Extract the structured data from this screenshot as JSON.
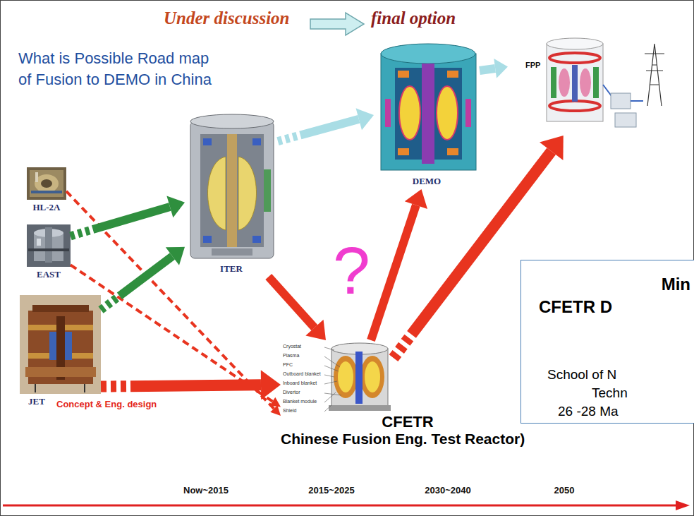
{
  "diagram": {
    "title": "What is Possible Road map of Fusion to DEMO in China",
    "nodes": [
      {
        "text": [
          "HL-2A"
        ]
      },
      {
        "text": [
          "EAST"
        ]
      },
      {
        "text": [
          "JET"
        ]
      },
      {
        "text": [
          "ITER"
        ]
      },
      {
        "text": [
          "DEMO"
        ]
      },
      {
        "text": [
          "FPP"
        ]
      },
      {
        "text": [
          "CFETR",
          "Chinese Fusion Eng. Test Reactor)"
        ]
      },
      {
        "text": [
          "Min",
          "CFETR D",
          "School of N",
          "Techn",
          "26 -28 Ma"
        ]
      }
    ],
    "edges": [
      {
        "from": 0,
        "to": 6,
        "arrow": "to"
      },
      {
        "from": 1,
        "to": 3,
        "arrow": "to"
      },
      {
        "from": 1,
        "to": 6,
        "arrow": "to"
      },
      {
        "from": 2,
        "to": 3,
        "arrow": "to"
      },
      {
        "from": 2,
        "to": 6,
        "arrow": "to"
      },
      {
        "from": 3,
        "to": 4,
        "arrow": "to"
      },
      {
        "from": 3,
        "to": 6,
        "arrow": "to"
      },
      {
        "from": 6,
        "to": 4,
        "arrow": "to"
      },
      {
        "from": 6,
        "to": 5,
        "arrow": "to"
      },
      {
        "from": 4,
        "to": 5,
        "arrow": "to"
      }
    ],
    "labels": [
      "Under discussion",
      "final option",
      "?",
      "Concept & Eng. design",
      "Cryostat",
      "Plasma",
      "PFC",
      "Outboard blanket",
      "Inboard blanket",
      "Divertor",
      "Blanket module",
      "Shield",
      "Now~2015",
      "2015~2025",
      "2030~2040",
      "2050"
    ]
  }
}
